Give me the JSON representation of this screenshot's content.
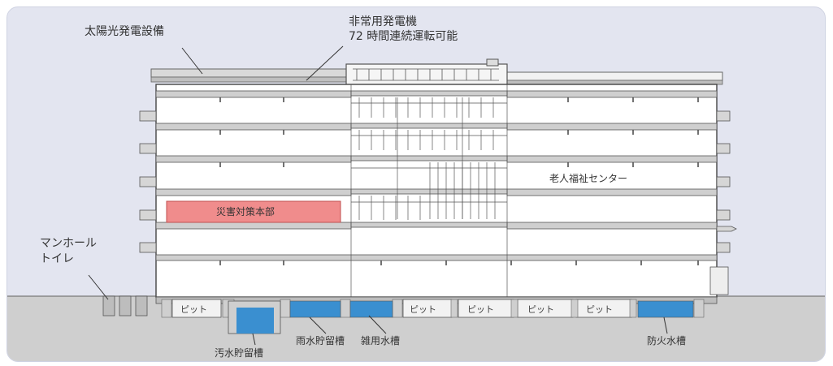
{
  "labels": {
    "solar": "太陽光発電設備",
    "generator_line1": "非常用発電機",
    "generator_line2": "72 時間連続運転可能",
    "manhole_line1": "マンホール",
    "manhole_line2": "トイレ",
    "disaster_hq": "災害対策本部",
    "elderly_center": "老人福祉センター",
    "pit": "ピット",
    "sewage_tank": "汚水貯留槽",
    "rain_tank": "雨水貯留槽",
    "misc_water_tank": "雑用水槽",
    "fire_water_tank": "防火水槽"
  },
  "colors": {
    "background": "#e3e5f0",
    "building_fill": "#ffffff",
    "highlight_room": "#f08c8c",
    "water": "#3a8fd0",
    "ground": "#c8c8c8"
  }
}
